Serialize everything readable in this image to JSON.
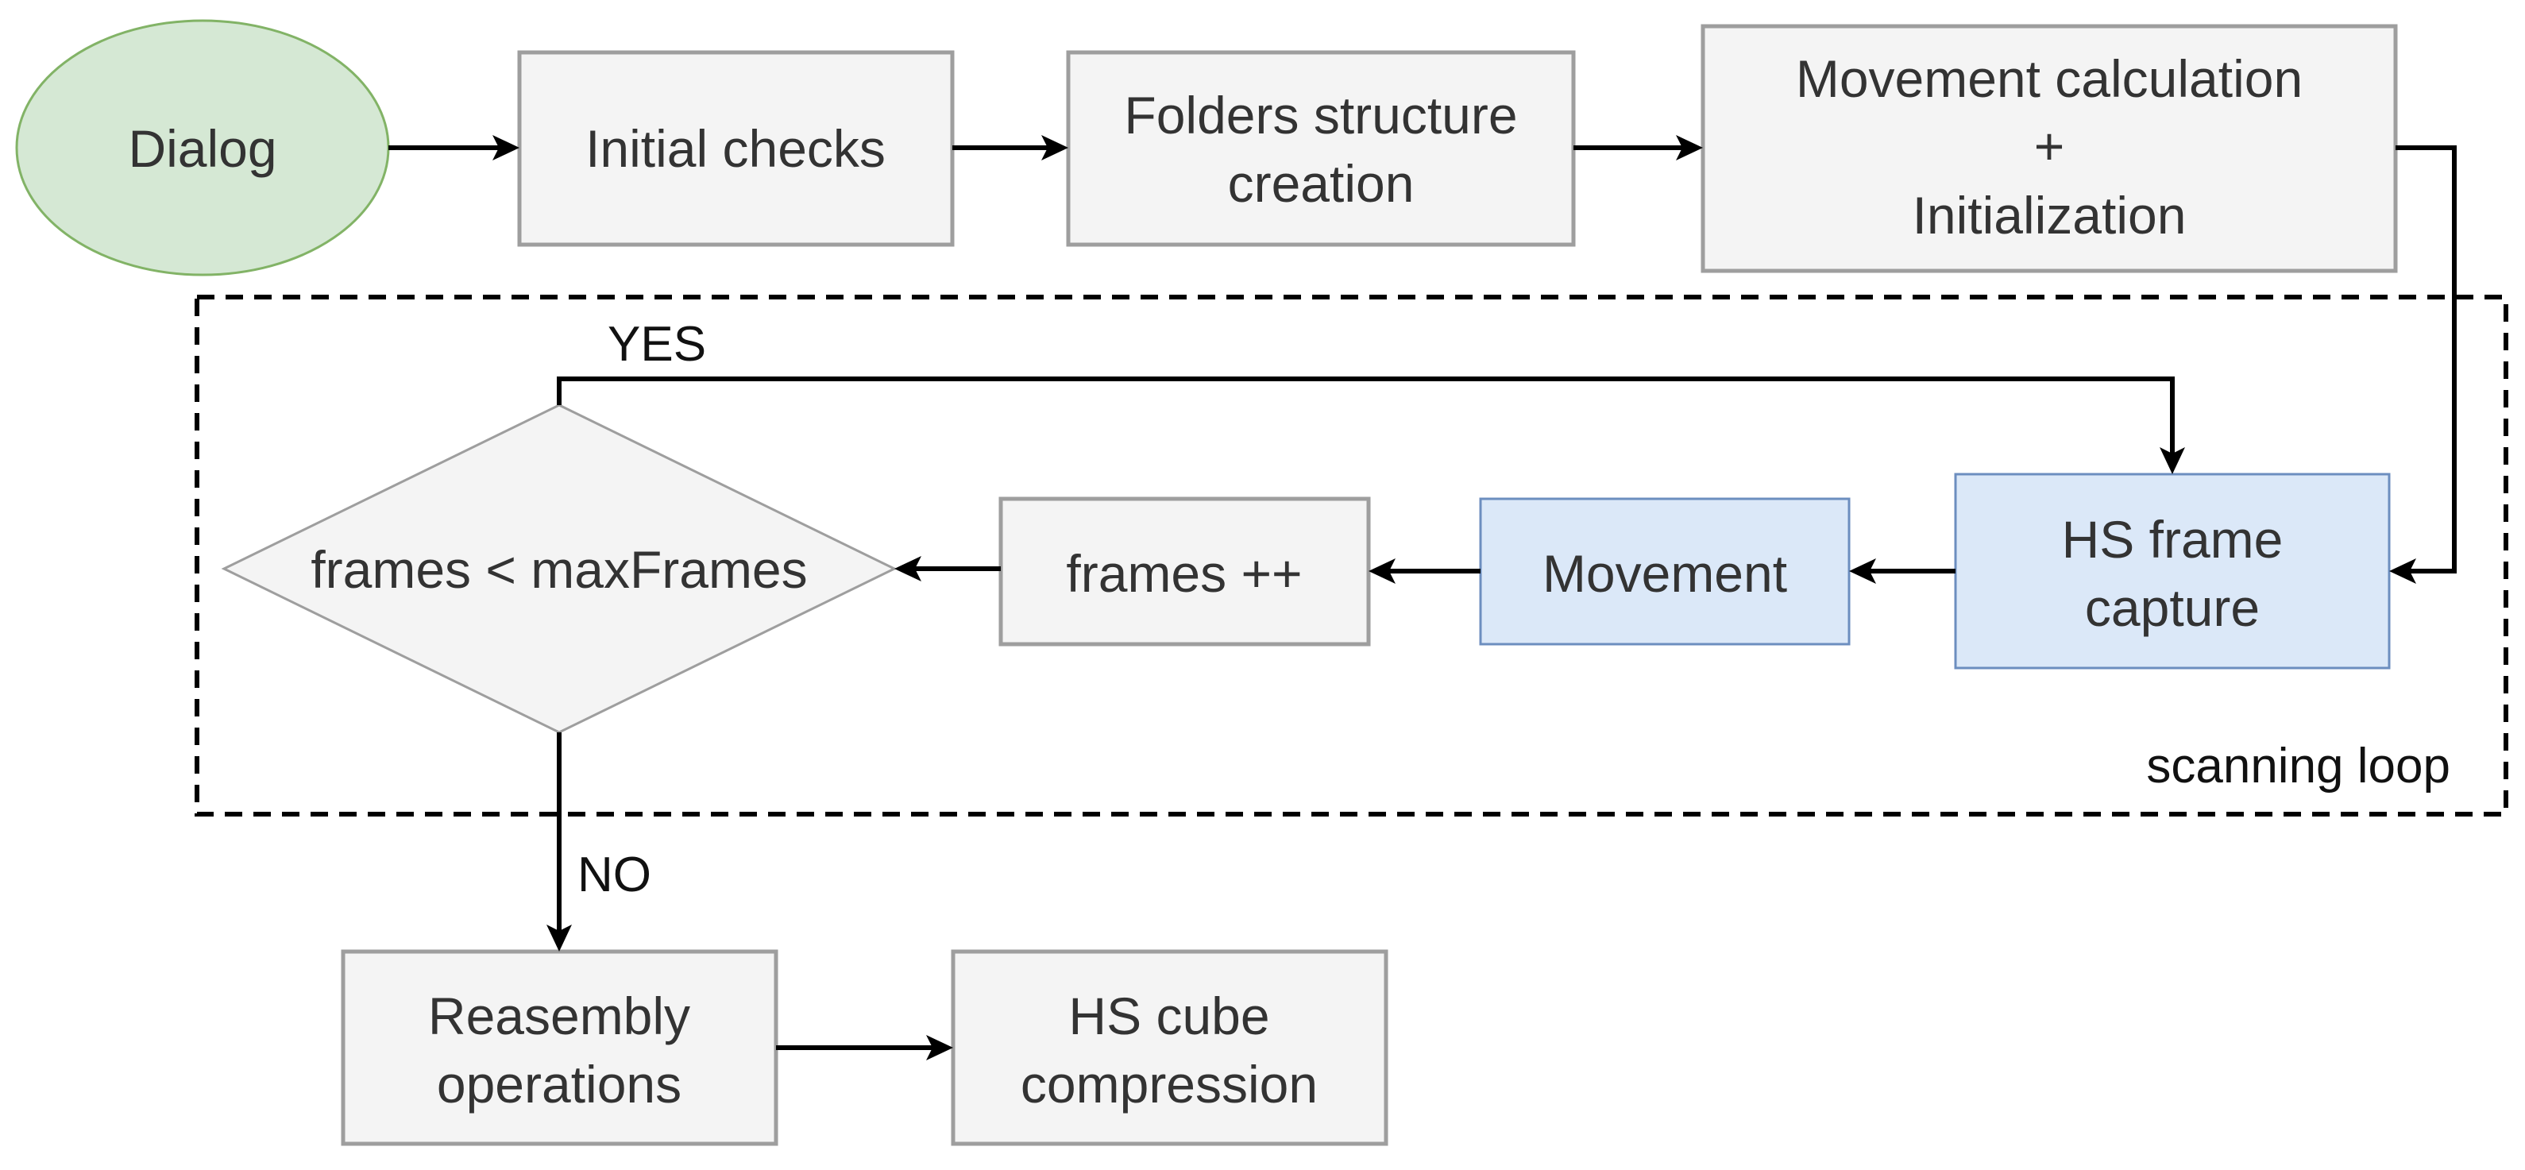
{
  "nodes": {
    "dialog": "Dialog",
    "initial_checks": "Initial checks",
    "folders_structure": [
      "Folders structure",
      "creation"
    ],
    "movement_calc": [
      "Movement calculation",
      "+",
      "Initialization"
    ],
    "hs_frame_capture": [
      "HS frame",
      "capture"
    ],
    "movement": "Movement",
    "frames_increment": "frames ++",
    "decision": "frames < maxFrames",
    "reassembly": [
      "Reasembly",
      "operations"
    ],
    "hs_cube": [
      "HS cube",
      "compression"
    ]
  },
  "edge_labels": {
    "yes": "YES",
    "no": "NO"
  },
  "loop_label": "scanning loop",
  "colors": {
    "process_fill": "#f4f4f4",
    "process_stroke": "#9e9e9e",
    "hardware_fill": "#dbe8f8",
    "hardware_stroke": "#6c8ebf",
    "start_fill": "#d5e8d4",
    "start_stroke": "#82b366"
  }
}
